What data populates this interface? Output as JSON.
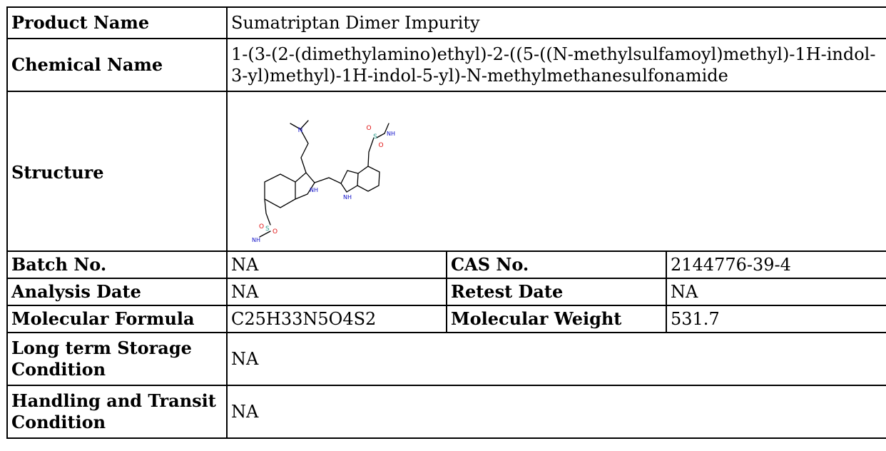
{
  "product_name": {
    "label": "Product Name",
    "value": "Sumatriptan Dimer Impurity"
  },
  "chemical_name": {
    "label": "Chemical Name",
    "value": "1-(3-(2-(dimethylamino)ethyl)-2-((5-((N-methylsulfamoyl)methyl)-1H-indol-3-yl)methyl)-1H-indol-5-yl)-N-methylmethanesulfonamide"
  },
  "structure": {
    "label": "Structure",
    "atoms": {
      "n_amine": "N",
      "s_top": "S",
      "o_top1": "O",
      "o_top2": "O",
      "nh_top": "NH",
      "nh_ring1": "NH",
      "nh_ring2": "NH",
      "s_bottom": "S",
      "o_bot1": "O",
      "o_bot2": "O",
      "nh_bottom": "NH"
    },
    "colors": {
      "bond": "#000000",
      "nitrogen": "#1010c8",
      "oxygen": "#e01010",
      "sulfur": "#2a9a8a"
    }
  },
  "batch_no": {
    "label": "Batch No.",
    "value": "NA"
  },
  "cas_no": {
    "label": "CAS No.",
    "value": "2144776-39-4"
  },
  "analysis_date": {
    "label": "Analysis Date",
    "value": "NA"
  },
  "retest_date": {
    "label": "Retest Date",
    "value": "NA"
  },
  "molecular_formula": {
    "label": "Molecular Formula",
    "value": "C25H33N5O4S2"
  },
  "molecular_weight": {
    "label": "Molecular Weight",
    "value": "531.7"
  },
  "storage": {
    "label": "Long term Storage Condition",
    "value": "NA"
  },
  "handling": {
    "label": "Handling and Transit Condition",
    "value": "NA"
  }
}
